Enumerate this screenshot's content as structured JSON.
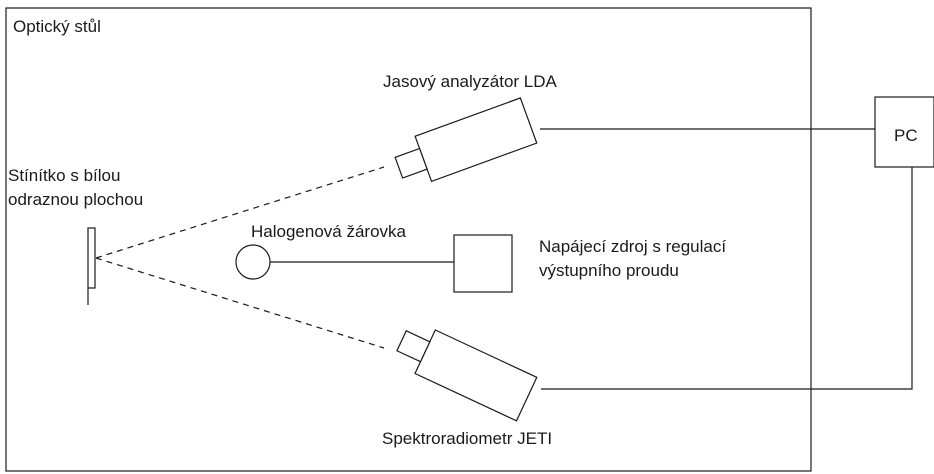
{
  "table_label": "Optický stůl",
  "screen_label_line1": "Stínítko s bílou",
  "screen_label_line2": "odraznou plochou",
  "luminance_analyzer_label": "Jasový analyzátor LDA",
  "halogen_lamp_label": "Halogenová žárovka",
  "power_supply_label_line1": "Napájecí zdroj s regulací",
  "power_supply_label_line2": "výstupního proudu",
  "spectroradiometer_label": "Spektroradiometr JETI",
  "pc_label": "PC",
  "colors": {
    "stroke": "#1a1a1a",
    "background": "#ffffff"
  }
}
